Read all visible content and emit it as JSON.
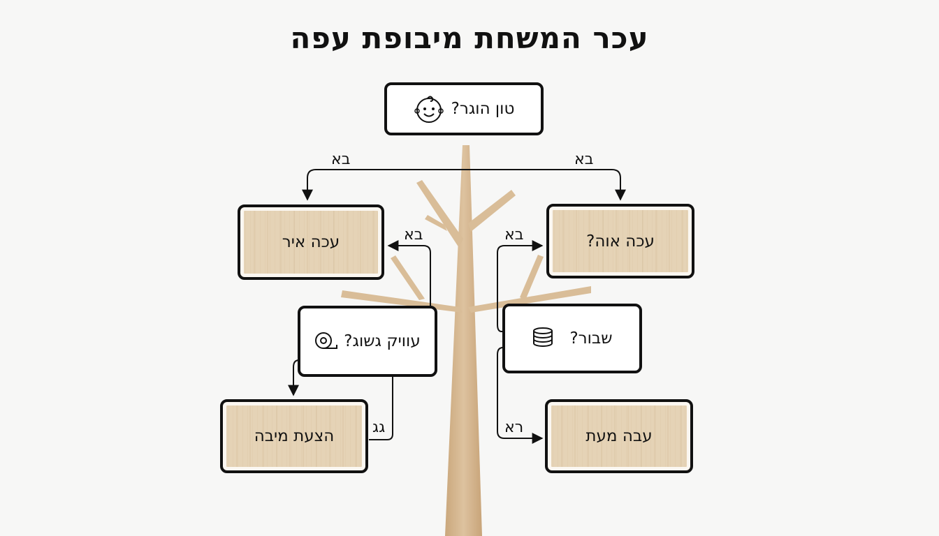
{
  "title": "עכר המשחת מיבופת עפה",
  "nodes": {
    "root": {
      "label": "טון הוגר?",
      "icon": "baby-face-icon"
    },
    "right_question": {
      "label": "עכה אוה?"
    },
    "left_leaf_top": {
      "label": "עכה איר"
    },
    "mid_left_question": {
      "label": "עוויק גשוג?",
      "icon": "tape-roll-icon"
    },
    "mid_right_question": {
      "label": "שבור?",
      "icon": "coin-stack-icon"
    },
    "bottom_left_leaf": {
      "label": "הצעת מיבה"
    },
    "bottom_right_leaf": {
      "label": "עבה מעת"
    }
  },
  "edge_labels": {
    "root_to_left": "בא",
    "root_to_right": "בא",
    "mid_left_to_left_top": "בא",
    "mid_right_to_right_question": "בא",
    "mid_left_to_bottom_left": "גג",
    "mid_right_to_bottom_right": "רא"
  },
  "colors": {
    "trunk": "#d9bd98",
    "trunk_dark": "#c9a67b",
    "wood_box": "#e5d3b6",
    "line": "#111111",
    "background": "#f7f7f6"
  }
}
